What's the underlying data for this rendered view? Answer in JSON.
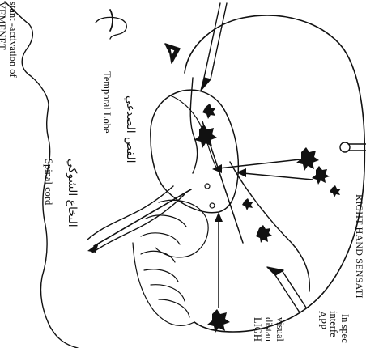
{
  "diagram": {
    "top_left_lines": [
      "stant -activation of",
      "VEMENET"
    ],
    "temporal_lobe": {
      "arabic": "الفص الصدغي",
      "english": "Temporal Lobe"
    },
    "spinal_cord": {
      "arabic": "النخاع الشوكي",
      "english": "Spinal cord"
    },
    "right_caption": "RIGHT HAND SENSATI",
    "bottom_right_lines": [
      "In spec",
      "interfe",
      "APP",
      "visual",
      "distan",
      "LIGH"
    ]
  }
}
